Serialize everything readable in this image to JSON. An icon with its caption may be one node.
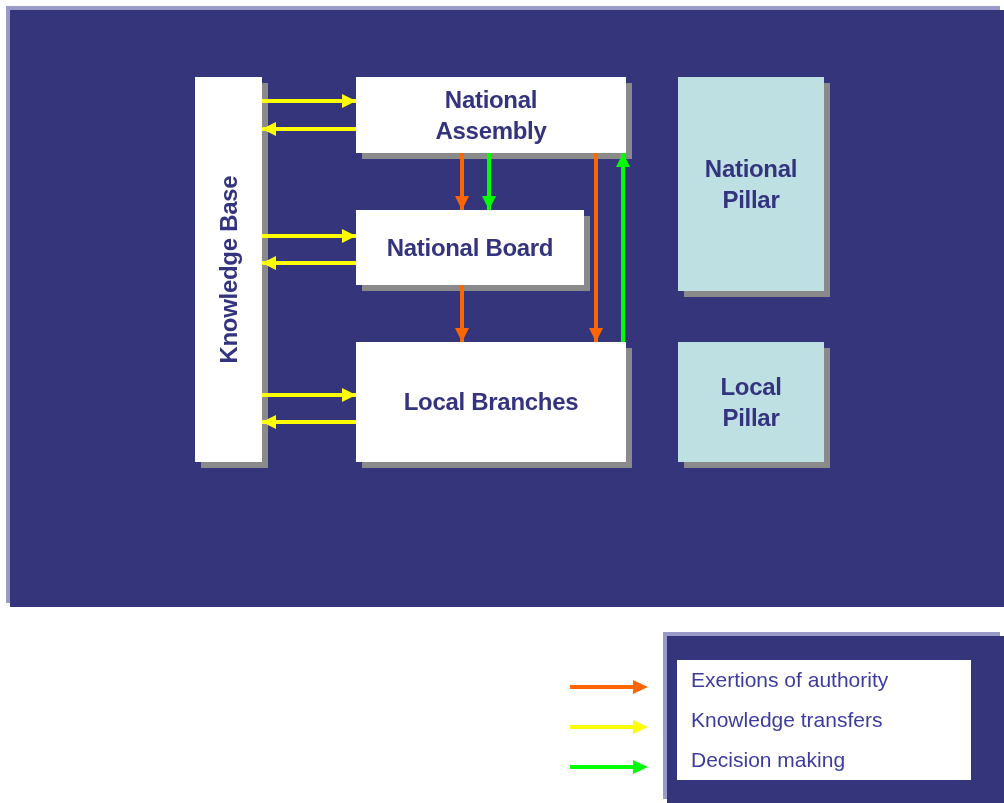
{
  "diagram": {
    "nodes": [
      {
        "text": [
          "Knowledge Base"
        ]
      },
      {
        "text": [
          "National Assembly"
        ]
      },
      {
        "text": [
          "National Board"
        ]
      },
      {
        "text": [
          "Local Branches"
        ]
      },
      {
        "text": [
          "National Pillar"
        ]
      },
      {
        "text": [
          "Local Pillar"
        ]
      }
    ],
    "edges": [
      {
        "from": 0,
        "to": 1,
        "arrow": "to",
        "color": "#ffff00"
      },
      {
        "from": 1,
        "to": 0,
        "arrow": "to",
        "color": "#ffff00"
      },
      {
        "from": 0,
        "to": 2,
        "arrow": "to",
        "color": "#ffff00"
      },
      {
        "from": 2,
        "to": 0,
        "arrow": "to",
        "color": "#ffff00"
      },
      {
        "from": 0,
        "to": 3,
        "arrow": "to",
        "color": "#ffff00"
      },
      {
        "from": 3,
        "to": 0,
        "arrow": "to",
        "color": "#ffff00"
      },
      {
        "from": 1,
        "to": 2,
        "arrow": "to",
        "color": "#ff6600"
      },
      {
        "from": 1,
        "to": 2,
        "arrow": "to",
        "color": "#00ff00"
      },
      {
        "from": 2,
        "to": 3,
        "arrow": "to",
        "color": "#ff6600"
      },
      {
        "from": 1,
        "to": 3,
        "arrow": "to",
        "color": "#ff6600"
      },
      {
        "from": 3,
        "to": 1,
        "arrow": "to",
        "color": "#00ff00"
      }
    ],
    "legend": [
      {
        "text": "Exertions of authority",
        "color": "#ff6600"
      },
      {
        "text": "Knowledge transfers",
        "color": "#ffff00"
      },
      {
        "text": "Decision making",
        "color": "#00ff00"
      }
    ]
  }
}
